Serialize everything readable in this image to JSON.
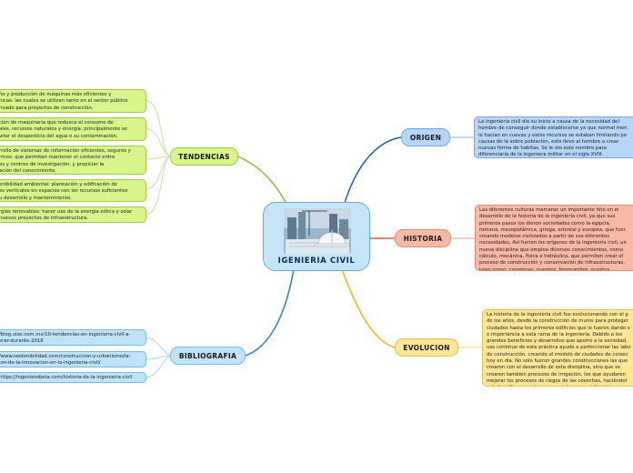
{
  "central": {
    "title": "IGENIERIA CIVIL",
    "image": "construction-helmet-blueprint-illustration"
  },
  "topics": {
    "tendencias": "TENDENCIAS",
    "bibliografia": "BIBLIOGRAFIA",
    "origen": "ORIGEN",
    "historia": "HISTORIA",
    "evolucion": "EVOLUCION"
  },
  "tendencias_items": [
    "ño y producción de máquinas más eficientes y\nnicas: las cuales se utilizan tanto en el sector público\nrivado para proyectos de construcción.",
    "ción de maquinaria que reduzca el consumo de\nales, recursos naturales y energía: principalmente se\nvitar el desperdicio del agua o su contaminación.",
    "rrollo de sistemas de información eficientes, seguros y\nnicos: que permitan mantener el contacto entre\nes y centros de investigación, y propiciar la\nación del conocimiento.",
    "enibilidad ambiental: planeación y edificación de\nes verticales en espacios con los recursos suficientes\nu desarrollo y mantenimiento.",
    "rgías renovables: hacer uso de la energía eólica y solar\nnuevos proyectos de infraestructura."
  ],
  "bibliografia_items": [
    "/blog.vise.com.mx/10-tendencias-en-ingenieria-civil-a-\nerar-durante-2018",
    "/www.sostenibilidad.com/construccion-y-urbanismo/la-\nion-de-la-innovacion-en-la-ingenieria-civil/",
    "https://ingenierobeta.com/historia-de-la-ingenieria-civil"
  ],
  "origen_text": "La ingeniería civil dio su inicio a causa de la necesidad del\nhombre de conseguir donde establecerse ya que normal men\nlo hacían en cuevas y estos recursos se estaban limitando po\ncausas de la sobre población, esto llevo al hombre a crear\nnuevas forma de habitas. Se le dio este nombre para\ndiferenciaria de la ingeniera militar en el siglo XVIII.",
  "historia_text": "Las diferentes culturas marcaron un importante hito en el\ndesarrollo de la historia de la ingeniería civil, ya que sus\nprimeros pasos los dieron sociedades como la egipcia,\nromana, mesopotámica, griega, oriental y europea, que fuer\ncreando modelos civilizados a partir de sus diferentes\nnecesidades. Así fueron los orígenes de la ingeniería civil, un\nnueva disciplina que emplea diversos conocimientos, como\ncálculo, mecánica, física e hidráulica, que permiten crear el\nproceso de construcción y conservación de infraestructuras,\ntales como: carreteras, puentes, ferrocarriles, puertos",
  "evolucion_text": "La historia de la ingeniería civil fue evolucionando con el p\nde los años, desde la construcción de muros para proteger\nciudades hasta los primeros edificios que le fueron dando v\ne importancia a esta rama de la ingeniería. Debido a los\ngrandes beneficios y desarrollos que aportó a la sociedad,\nuso continuo de esta práctica ayudó a perfeccionar las labo\nde construcción, creando el modelo de ciudades de conoci\nhoy en día. No sólo fueron grandes construcciones las que\ncrearon con el desarrollo de esta disciplina, sino que se\ncrearon también procesos de irrigación, los que ayudaron\nmejorar los procesos de riegos de las cosechas, haciéndol\nmás fructíferas y prósperas para la comercialización.",
  "colors": {
    "tendencias": "#8db83a",
    "bibliografia": "#2a7fc4",
    "origen": "#1f5fb8",
    "historia": "#e35a3c",
    "evolucion": "#f2b516"
  }
}
